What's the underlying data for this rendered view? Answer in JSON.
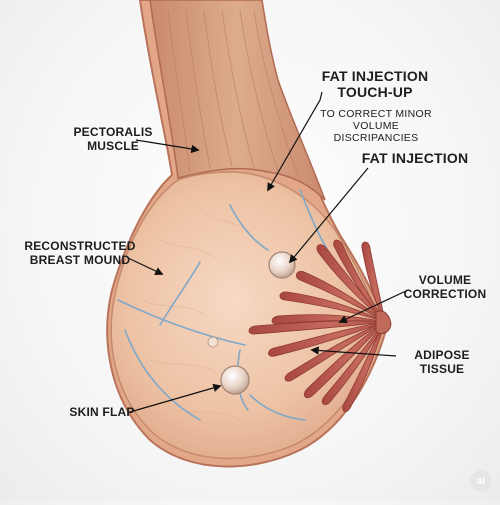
{
  "labels": {
    "fat_injection_touchup_line1": "FAT INJECTION",
    "fat_injection_touchup_line2": "TOUCH-UP",
    "touchup_note_line1": "TO CORRECT MINOR",
    "touchup_note_line2": "VOLUME DISCRIPANCIES",
    "fat_injection": "FAT INJECTION",
    "pectoralis_line1": "PECTORALIS",
    "pectoralis_line2": "MUSCLE",
    "reconstructed_line1": "RECONSTRUCTED",
    "reconstructed_line2": "BREAST MOUND",
    "volume_line1": "VOLUME",
    "volume_line2": "CORRECTION",
    "adipose": "ADIPOSE TISSUE",
    "skin_flap": "SKIN FLAP"
  },
  "watermark": "ai",
  "colors": {
    "skin": "#e9b89a",
    "muscle": "#d29a7c",
    "gland": "#b8584e",
    "vessel": "#7fa8c9",
    "arrow": "#111111"
  }
}
